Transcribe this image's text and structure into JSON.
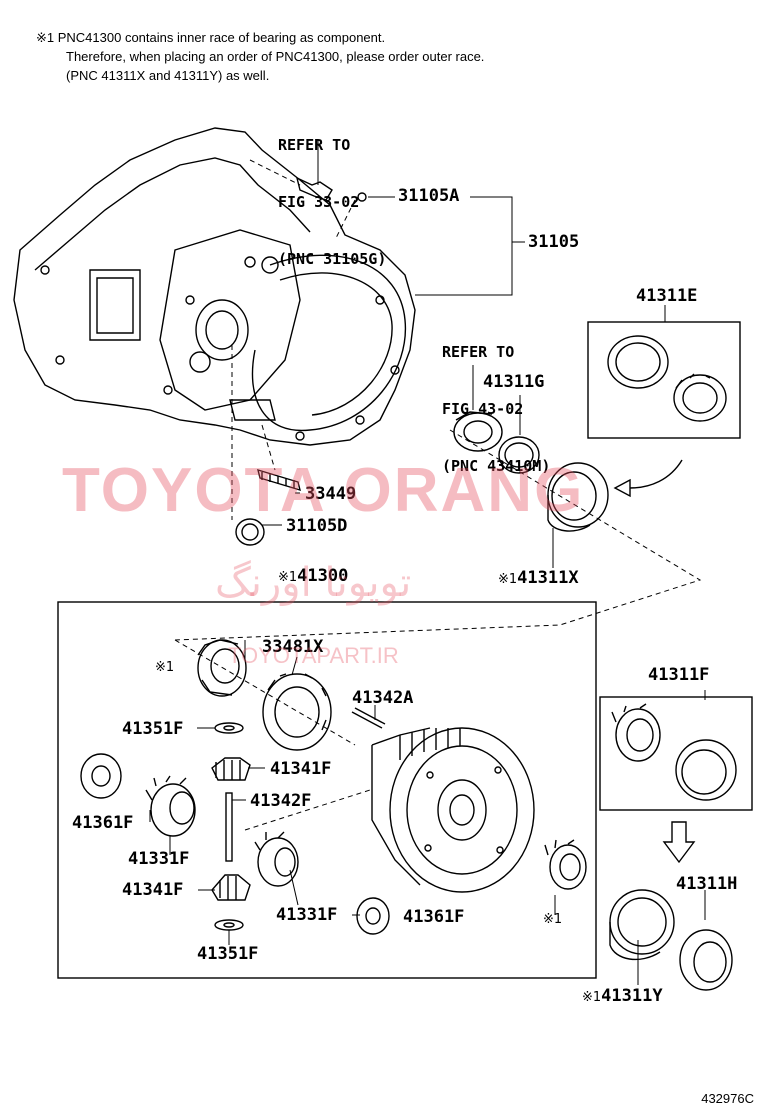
{
  "note": {
    "line1": "※1 PNC41300 contains inner race of bearing as component.",
    "line2": "Therefore, when placing an order of PNC41300, please order outer race.",
    "line3": "(PNC 41311X and 41311Y) as well."
  },
  "refs": {
    "fig33": [
      "REFER TO",
      "FIG 33-02",
      "(PNC 31105G)"
    ],
    "fig43": [
      "REFER TO",
      "FIG 43-02",
      "(PNC 43410M)"
    ]
  },
  "labels": {
    "p31105A": "31105A",
    "p31105": "31105",
    "p41311E": "41311E",
    "p41311G": "41311G",
    "p33449": "33449",
    "p31105D": "31105D",
    "p41300": "41300",
    "p41311X": "41311X",
    "p33481X": "33481X",
    "p41342A": "41342A",
    "p41351F_a": "41351F",
    "p41341F_a": "41341F",
    "p41342F": "41342F",
    "p41361F_a": "41361F",
    "p41331F_a": "41331F",
    "p41341F_b": "41341F",
    "p41331F_b": "41331F",
    "p41361F_b": "41361F",
    "p41351F_b": "41351F",
    "p41311F": "41311F",
    "p41311H": "41311H",
    "p41311Y": "41311Y",
    "mark": "※1"
  },
  "watermark": {
    "main": "TOYOTA ORANG",
    "arabic": "تویوتا اورنگ",
    "site": "TOYOTAPART.IR"
  },
  "figure_code": "432976C",
  "colors": {
    "watermark": "#e6505f"
  }
}
